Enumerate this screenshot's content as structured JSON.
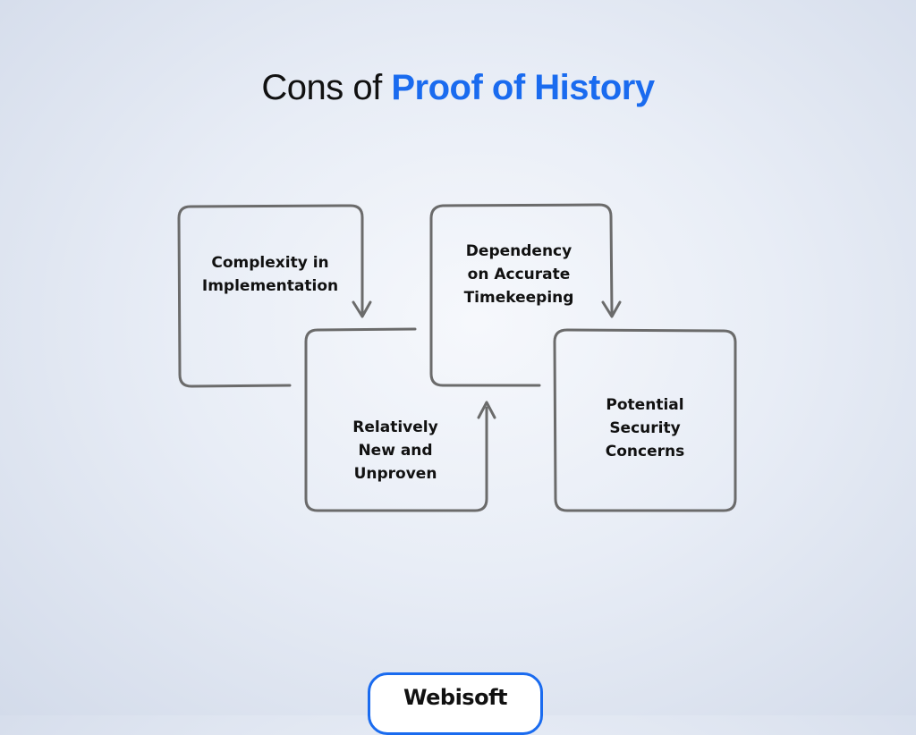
{
  "title": {
    "prefix": "Cons of ",
    "highlight": "Proof of History",
    "highlight_color": "#1a6bef"
  },
  "boxes": [
    {
      "id": "complexity",
      "label": "Complexity in Implementation"
    },
    {
      "id": "dependency",
      "label": "Dependency on Accurate Timekeeping"
    },
    {
      "id": "relatively-new",
      "label": "Relatively New and Unproven"
    },
    {
      "id": "security",
      "label": "Potential Security Concerns"
    }
  ],
  "stroke_color": "#6b6b6b",
  "brand": {
    "name": "Webisoft",
    "border_color": "#1a6bef"
  }
}
